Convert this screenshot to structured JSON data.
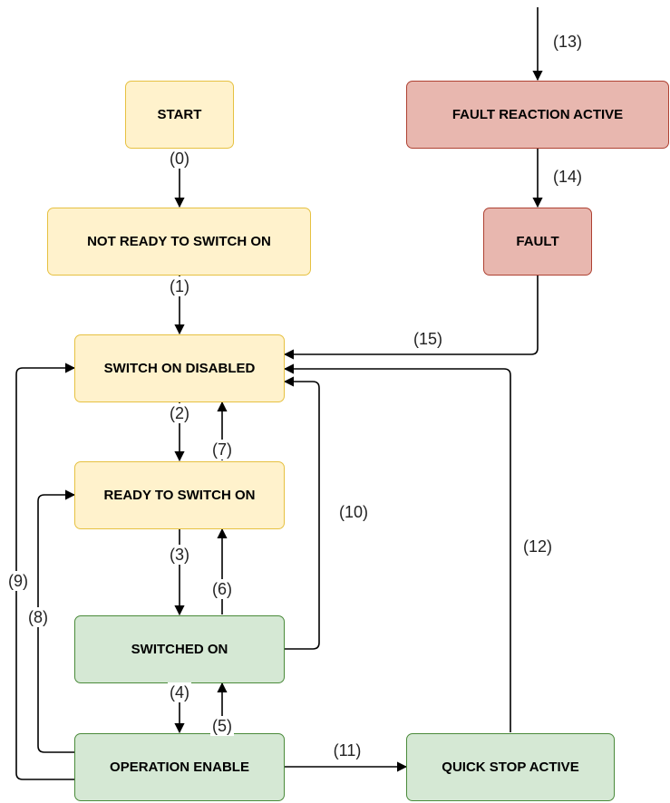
{
  "colors": {
    "yellow_fill": "#fff2cc",
    "yellow_border": "#e6c141",
    "green_fill": "#d5e8d4",
    "green_border": "#4a8a3a",
    "red_fill": "#e8b7af",
    "red_border": "#ae4132",
    "edge": "#000000"
  },
  "states": {
    "start": "START",
    "not_ready": "NOT READY TO SWITCH ON",
    "switch_on_disabled": "SWITCH ON DISABLED",
    "ready_to_switch_on": "READY TO SWITCH ON",
    "switched_on": "SWITCHED ON",
    "operation_enable": "OPERATION ENABLE",
    "quick_stop_active": "QUICK STOP ACTIVE",
    "fault_reaction_active": "FAULT REACTION ACTIVE",
    "fault": "FAULT"
  },
  "transitions": {
    "t0": "(0)",
    "t1": "(1)",
    "t2": "(2)",
    "t3": "(3)",
    "t4": "(4)",
    "t5": "(5)",
    "t6": "(6)",
    "t7": "(7)",
    "t8": "(8)",
    "t9": "(9)",
    "t10": "(10)",
    "t11": "(11)",
    "t12": "(12)",
    "t13": "(13)",
    "t14": "(14)",
    "t15": "(15)"
  }
}
